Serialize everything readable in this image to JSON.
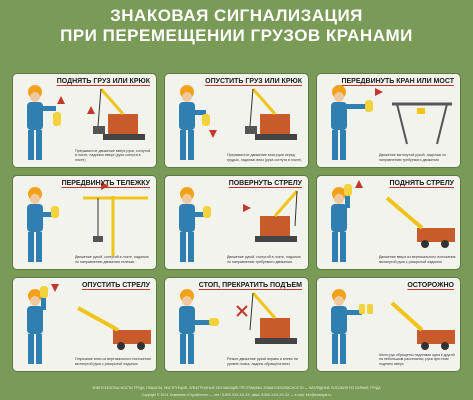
{
  "title": {
    "line1": "ЗНАКОВАЯ СИГНАЛИЗАЦИЯ",
    "line2": "ПРИ ПЕРЕМЕЩЕНИИ ГРУЗОВ КРАНАМИ"
  },
  "panels": [
    {
      "caption": "ПОДНЯТЬ ГРУЗ ИЛИ КРЮК",
      "desc": "Прерывистое движение вверх руки, согнутой в локте, ладонью вверх (рука согнута в локте)"
    },
    {
      "caption": "ОПУСТИТЬ ГРУЗ ИЛИ КРЮК",
      "desc": "Прерывистое движение вниз руки перед грудью, ладонью вниз (рука согнута в локте)"
    },
    {
      "caption": "ПЕРЕДВИНУТЬ КРАН ИЛИ МОСТ",
      "desc": "Движение вытянутой рукой, ладонью по направлению требуемого движения"
    },
    {
      "caption": "ПЕРЕДВИНУТЬ ТЕЛЕЖКУ",
      "desc": "Движение рукой, согнутой в локте, ладонью по направлению движения тележки"
    },
    {
      "caption": "ПОВЕРНУТЬ СТРЕЛУ",
      "desc": "Движение рукой, согнутой в локте, ладонью по направлению требуемого движения"
    },
    {
      "caption": "ПОДНЯТЬ СТРЕЛУ",
      "desc": "Движение вверх из вертикального положения вытянутой руки с раскрытой ладонью"
    },
    {
      "caption": "ОПУСТИТЬ СТРЕЛУ",
      "desc": "Опускание вниз из вертикального положения вытянутой руки с раскрытой ладонью"
    },
    {
      "caption": "СТОП, ПРЕКРАТИТЬ ПОДЪЕМ",
      "desc": "Резкое движение рукой вправо и влево на уровне пояса, ладонь обращена вниз"
    },
    {
      "caption": "ОСТОРОЖНО",
      "desc": "Кисти рук обращены ладонями одна к другой на небольшом расстоянии, руки при этом подняты вверх"
    }
  ],
  "footer": {
    "line1": "КНИГИ БЕЗОПАСНОСТИ ТРУДА, ПЛАКАТЫ, ИНСТРУКЦИИ, ЭЛЕКТРОННЫЕ ОБУЧАЮЩИЕ ПРОГРАММЫ, ЗНАКИ БЕЗОПАСНОСТИ — НАГЛЯДНЫЕ ПОСОБИЯ ПО ОХРАНЕ ТРУДА",
    "line2": "Copyright © 2014. Компания «Стройтехно» — тел.: 8-800-XXX-XX-XX, факс: 8-800-XXX-XX-XX — e-mail: info@example.ru"
  },
  "colors": {
    "background": "#7a9a58",
    "panel": "#f3f3ee",
    "worker": "#2f7fb0",
    "helmet": "#f1a21a",
    "crane": "#f0c419",
    "arrow": "#c0392b",
    "hand": "#f4d23b"
  }
}
